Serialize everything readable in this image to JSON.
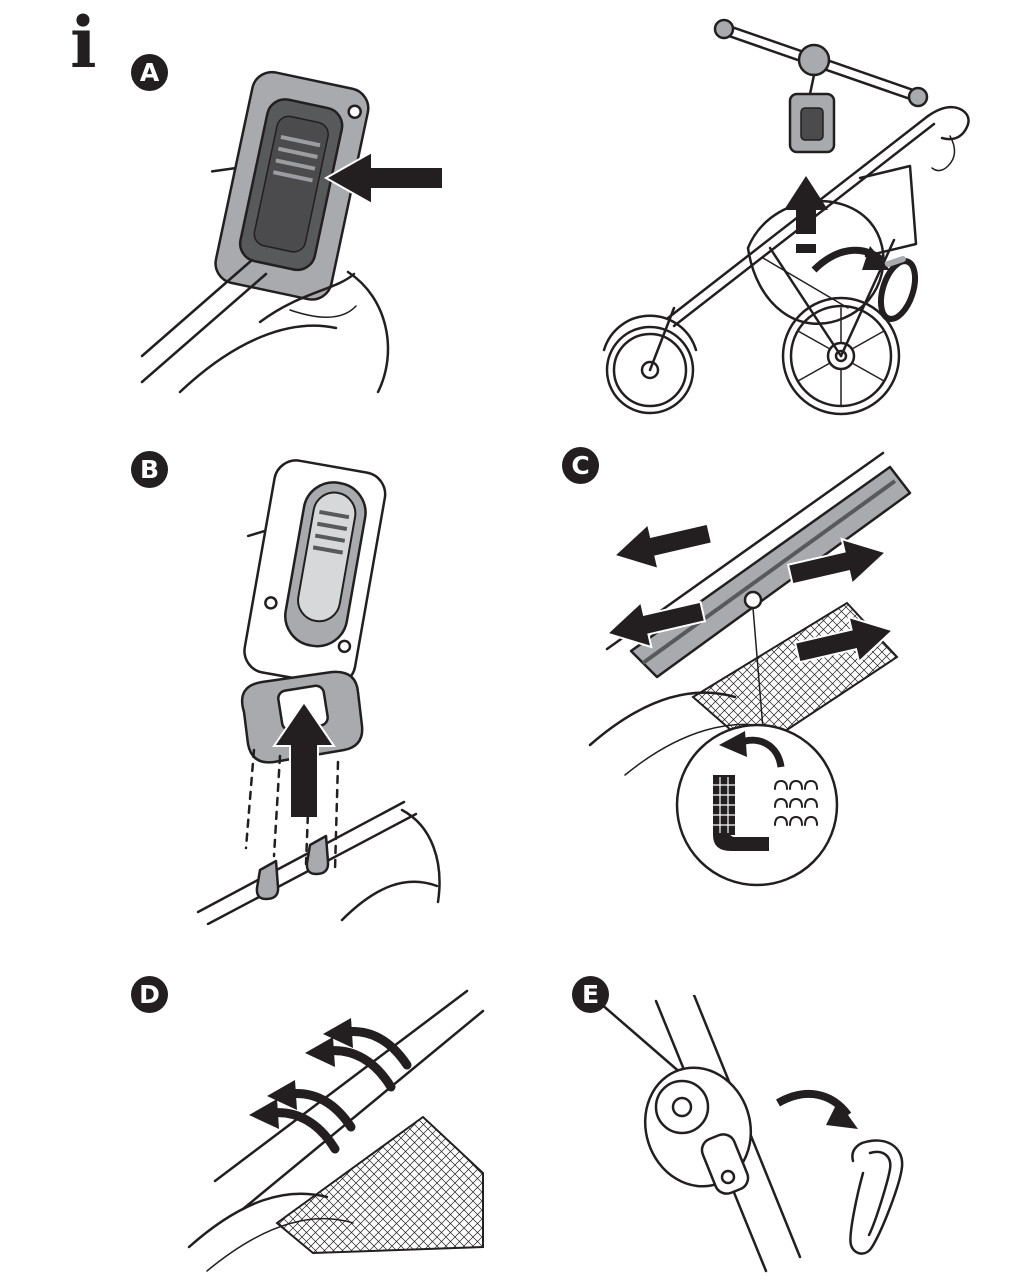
{
  "page": {
    "background": "#ffffff",
    "info_symbol": "i"
  },
  "colors": {
    "line": "#231f20",
    "gray_fill": "#a8aaad",
    "dark_gray_fill": "#58595b",
    "badge_background": "#231f20",
    "badge_text": "#ffffff",
    "arrow_fill": "#231f20"
  },
  "steps": [
    {
      "label": "A"
    },
    {
      "label": "B"
    },
    {
      "label": "C"
    },
    {
      "label": "D"
    },
    {
      "label": "E"
    }
  ],
  "icons": {
    "info": "info-icon",
    "panel_a": [
      "push-left-arrow-icon"
    ],
    "overview": [
      "lift-up-arrow-icon",
      "rotate-clockwise-arrow-icon",
      "hook-clip-icon"
    ],
    "panel_b": [
      "lift-up-arrow-icon",
      "alignment-dashed-guides"
    ],
    "panel_c": [
      "slide-left-arrow-icon",
      "slide-right-arrow-icon",
      "fold-fabric-arrow-icon",
      "detail-inset-circle"
    ],
    "panel_d": [
      "wrap-over-arrows-icon"
    ],
    "panel_e": [
      "remove-clip-arrow-icon"
    ]
  }
}
